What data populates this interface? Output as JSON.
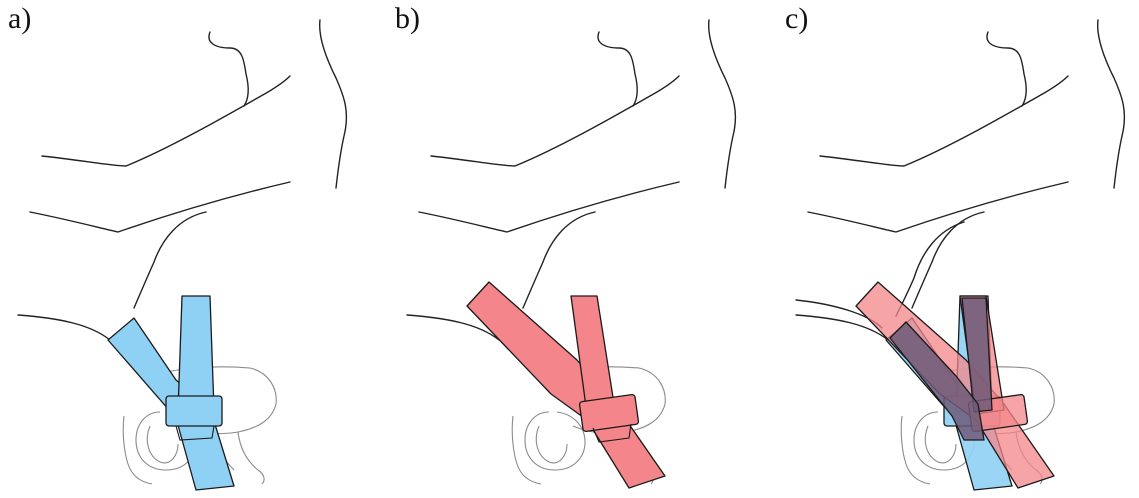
{
  "figure": {
    "panels": [
      {
        "label": "a)",
        "belt_color": "#8fd0f5"
      },
      {
        "label": "b)",
        "belt_color": "#f4858a"
      },
      {
        "label": "c)",
        "belt_colors": [
          "#8fd0f5",
          "#f4858a"
        ],
        "overlap_color": "#6f5a78"
      }
    ]
  }
}
